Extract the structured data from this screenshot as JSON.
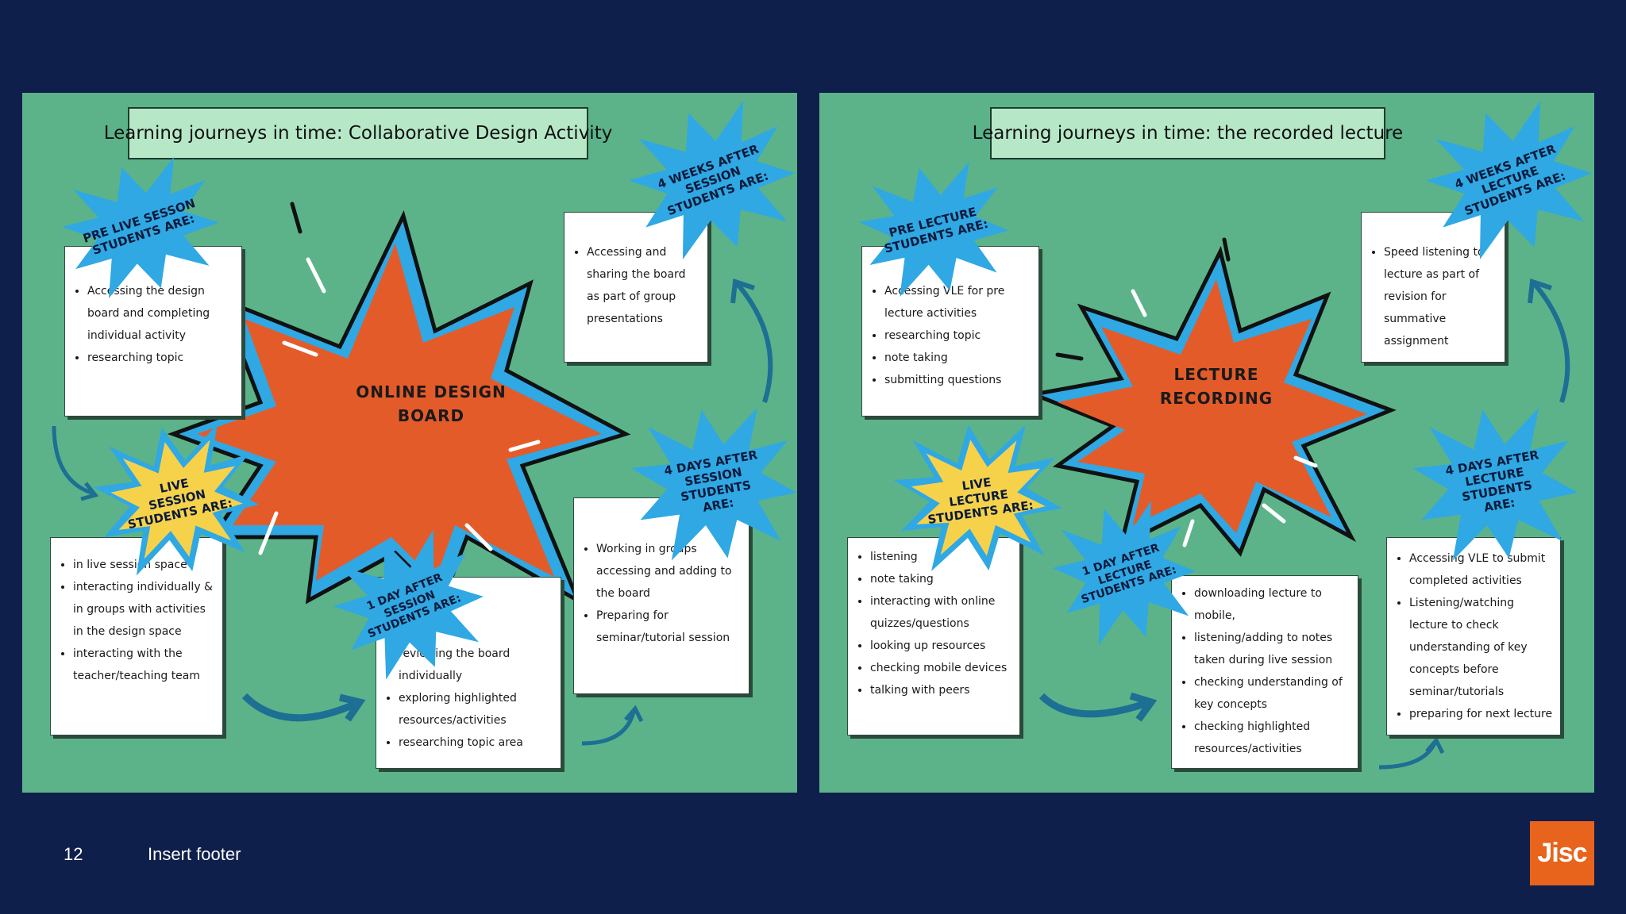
{
  "colors": {
    "background": "#0f1f4b",
    "panel": "#5cb38a",
    "burst_blue": "#2fa8e4",
    "burst_yellow": "#f6d24b",
    "burst_orange": "#e45b2a",
    "arrow": "#1d6f93",
    "logo": "#e8631b"
  },
  "left": {
    "title": "Learning journeys in time: Collaborative Design Activity",
    "center_label_1": "ONLINE DESIGN",
    "center_label_2": "BOARD",
    "burst_pre": [
      "PRE LIVE SESSON",
      "STUDENTS ARE:"
    ],
    "burst_live": [
      "LIVE",
      "SESSION",
      "STUDENTS ARE:"
    ],
    "burst_1day": [
      "1 DAY AFTER",
      "SESSION",
      "STUDENTS ARE:"
    ],
    "burst_4days": [
      "4 DAYS AFTER",
      "SESSION",
      "STUDENTS",
      "ARE:"
    ],
    "burst_4weeks": [
      "4 WEEKS AFTER",
      "SESSION",
      "STUDENTS ARE:"
    ],
    "card_pre": [
      "Accessing the design board and completing individual activity",
      "researching topic"
    ],
    "card_live": [
      "in live session space",
      "interacting individually & in groups with activities in the design space",
      "interacting with the teacher/teaching team"
    ],
    "card_1day": [
      "reviewing the board individually",
      "exploring highlighted resources/activities",
      "researching topic area"
    ],
    "card_4days": [
      "Working in groups accessing and adding to the board",
      "Preparing for seminar/tutorial session"
    ],
    "card_4weeks": [
      "Accessing and sharing the board as part of group presentations"
    ]
  },
  "right": {
    "title": "Learning journeys in time: the recorded lecture",
    "center_label_1": "LECTURE",
    "center_label_2": "RECORDING",
    "burst_pre": [
      "PRE LECTURE",
      "STUDENTS ARE:"
    ],
    "burst_live": [
      "LIVE",
      "LECTURE",
      "STUDENTS ARE:"
    ],
    "burst_1day": [
      "1 DAY AFTER",
      "LECTURE",
      "STUDENTS ARE:"
    ],
    "burst_4days": [
      "4 DAYS AFTER",
      "LECTURE",
      "STUDENTS",
      "ARE:"
    ],
    "burst_4weeks": [
      "4 WEEKS AFTER",
      "LECTURE",
      "STUDENTS ARE:"
    ],
    "card_pre": [
      "Accessing VLE for pre lecture activities",
      "researching topic",
      "note taking",
      "submitting questions"
    ],
    "card_live": [
      "listening",
      "note taking",
      "interacting with online quizzes/questions",
      "looking up resources",
      "checking mobile devices",
      "talking with peers"
    ],
    "card_1day": [
      "downloading lecture to mobile,",
      "listening/adding to notes taken during live session",
      "checking understanding of key concepts",
      "checking highlighted resources/activities"
    ],
    "card_4days": [
      "Accessing VLE to submit completed activities",
      "Listening/watching lecture to check understanding of key concepts before seminar/tutorials",
      "preparing for next lecture"
    ],
    "card_4weeks": [
      "Speed listening to lecture as part of revision for summative assignment"
    ]
  },
  "footer": {
    "page_number": "12",
    "text": "Insert footer",
    "logo_text": "Jisc"
  }
}
